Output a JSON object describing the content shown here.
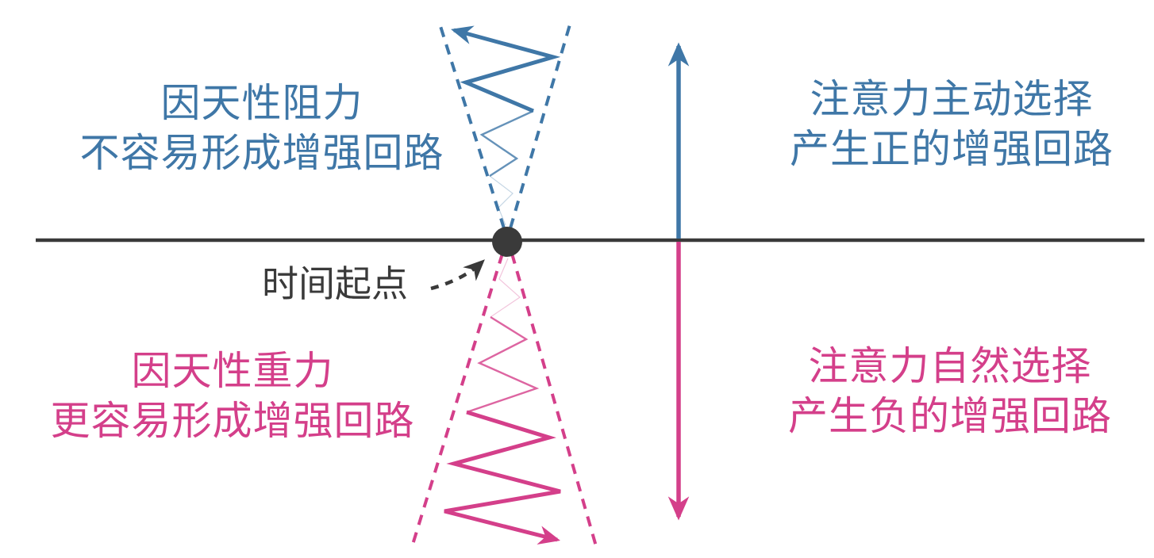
{
  "colors": {
    "blue": "#3f77a7",
    "pink": "#d43f8a",
    "ink": "#3a3a3a"
  },
  "quadrants": {
    "top_left": {
      "line1": "因天性阻力",
      "line2": "不容易形成增强回路"
    },
    "top_right": {
      "line1": "注意力主动选择",
      "line2": "产生正的增强回路"
    },
    "bottom_left": {
      "line1": "因天性重力",
      "line2": "更容易形成增强回路"
    },
    "bottom_right": {
      "line1": "注意力自然选择",
      "line2": "产生负的增强回路"
    }
  },
  "origin_label": "时间起点",
  "icons": {
    "up_arrow": "upward-reinforcement-arrow",
    "down_arrow": "downward-reinforcement-arrow",
    "origin_dot": "time-origin-dot"
  }
}
